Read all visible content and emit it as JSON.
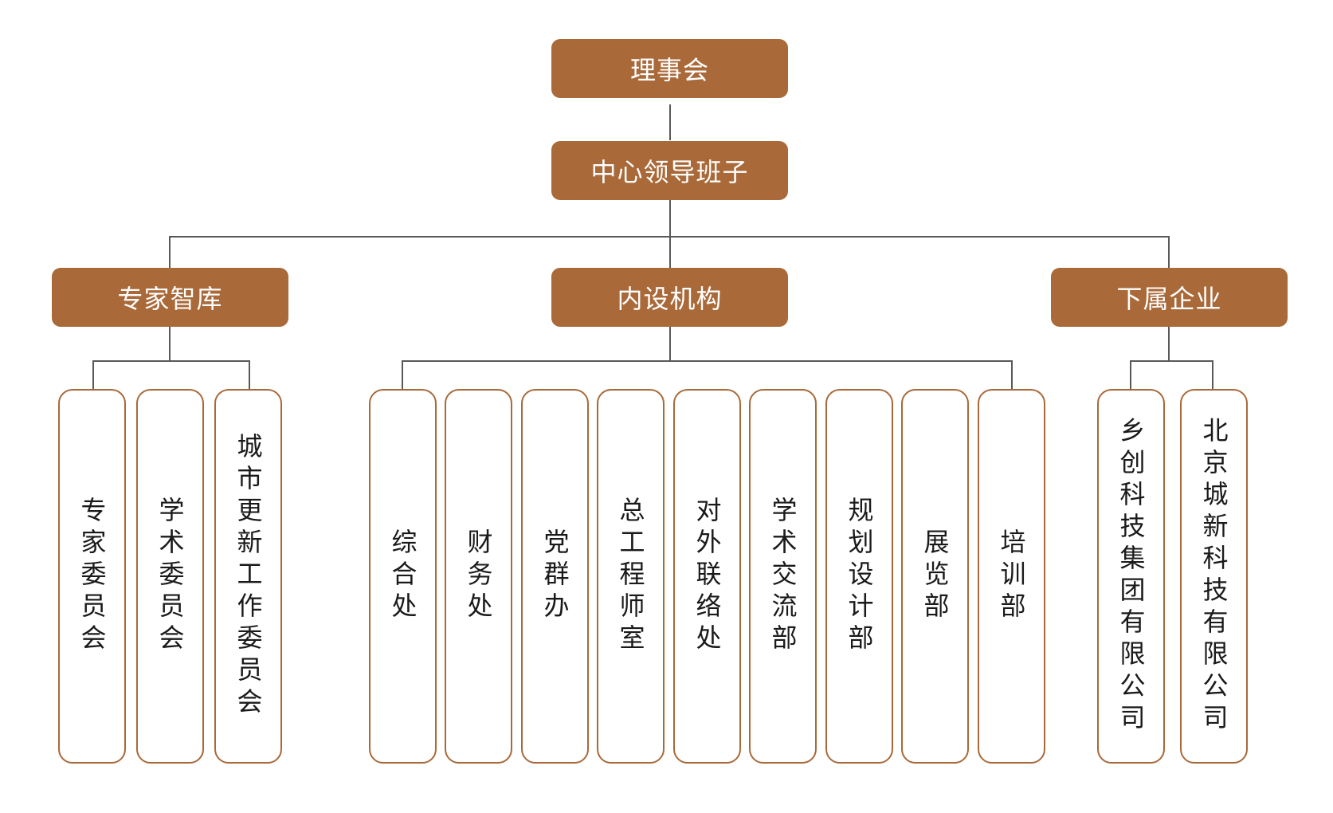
{
  "root": "理事会",
  "leadership": "中心领导班子",
  "groups": [
    {
      "title": "专家智库",
      "units": [
        "专家委员会",
        "学术委员会",
        "城市更新工作委员会"
      ]
    },
    {
      "title": "内设机构",
      "units": [
        "综合处",
        "财务处",
        "党群办",
        "总工程师室",
        "对外联络处",
        "学术交流部",
        "规划设计部",
        "展览部",
        "培训部"
      ]
    },
    {
      "title": "下属企业",
      "units": [
        "乡创科技集团有限公司",
        "北京城新科技有限公司"
      ]
    }
  ],
  "colors": {
    "header_fill": "#a96939",
    "box_border": "#a96939",
    "connector": "#595959"
  }
}
